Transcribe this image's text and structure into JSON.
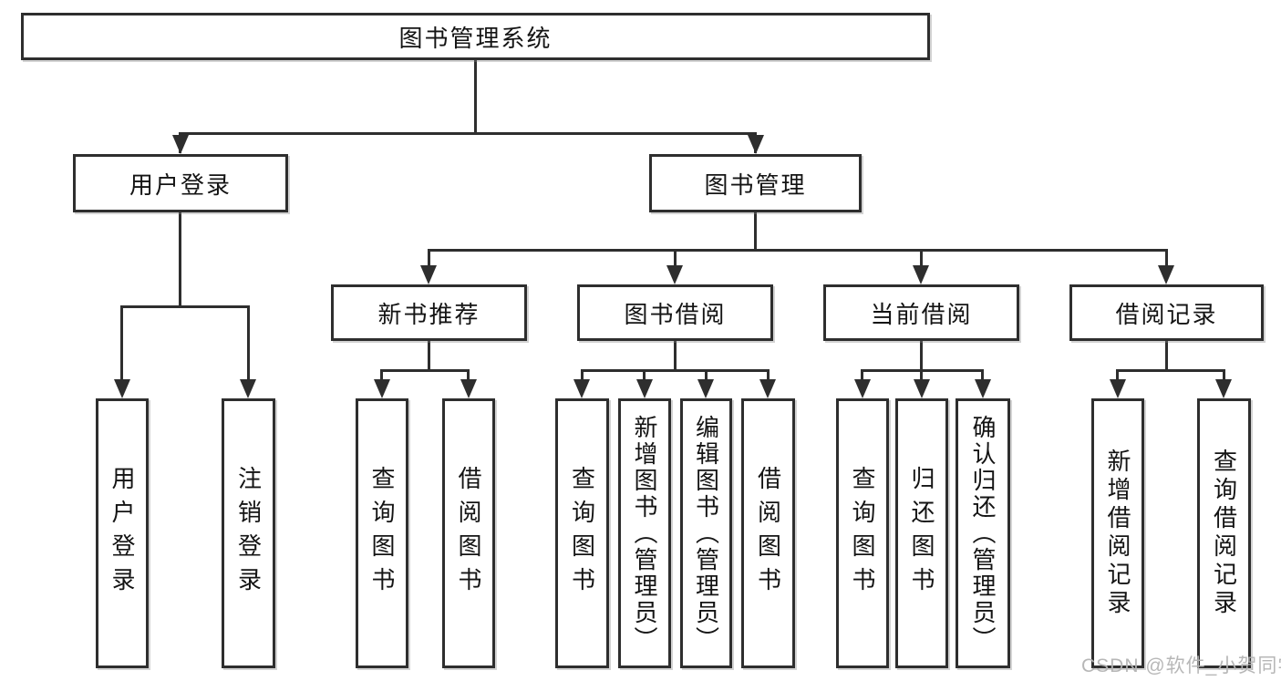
{
  "diagram": {
    "title": "图书管理系统",
    "level2": [
      {
        "label": "用户登录"
      },
      {
        "label": "图书管理"
      }
    ],
    "level3": [
      {
        "label": "新书推荐"
      },
      {
        "label": "图书借阅"
      },
      {
        "label": "当前借阅"
      },
      {
        "label": "借阅记录"
      }
    ],
    "leaves": {
      "user_login": [
        "用户登录",
        "注销登录"
      ],
      "new_book": [
        "查询图书",
        "借阅图书"
      ],
      "book_borrow": [
        "查询图书",
        "新增图书（管理员）",
        "编辑图书（管理员）",
        "借阅图书"
      ],
      "current_borrow": [
        "查询图书",
        "归还图书",
        "确认归还（管理员）"
      ],
      "borrow_record": [
        "新增借阅记录",
        "查询借阅记录"
      ]
    },
    "watermark": "CSDN @软件_小贺同学",
    "colors": {
      "line": "#2e2e2e",
      "text": "#141414",
      "watermark": "#b4b4b4",
      "background": "#ffffff"
    }
  }
}
